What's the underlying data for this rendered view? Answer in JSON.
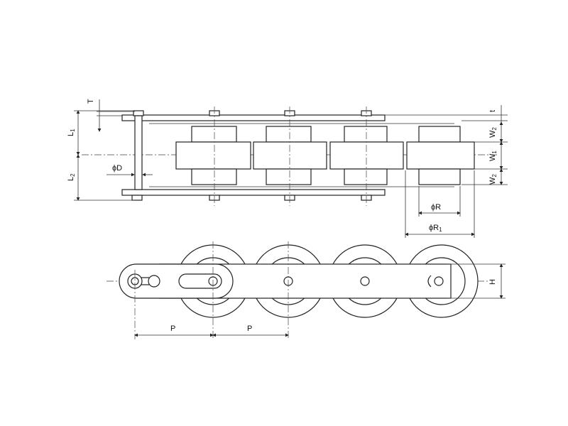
{
  "labels": {
    "T": "T",
    "t": "t",
    "L1": "L",
    "L1_sub": "1",
    "L2": "L",
    "L2_sub": "2",
    "D": "ϕD",
    "W2_top": "W",
    "W2_top_sub": "2",
    "W1": "W",
    "W1_sub": "1",
    "W2_bottom": "W",
    "W2_bottom_sub": "2",
    "R": "ϕR",
    "R1": "ϕR",
    "R1_sub": "1",
    "H": "H",
    "P1": "P",
    "P2": "P"
  },
  "colors": {
    "line": "#222222",
    "background": "#ffffff"
  }
}
